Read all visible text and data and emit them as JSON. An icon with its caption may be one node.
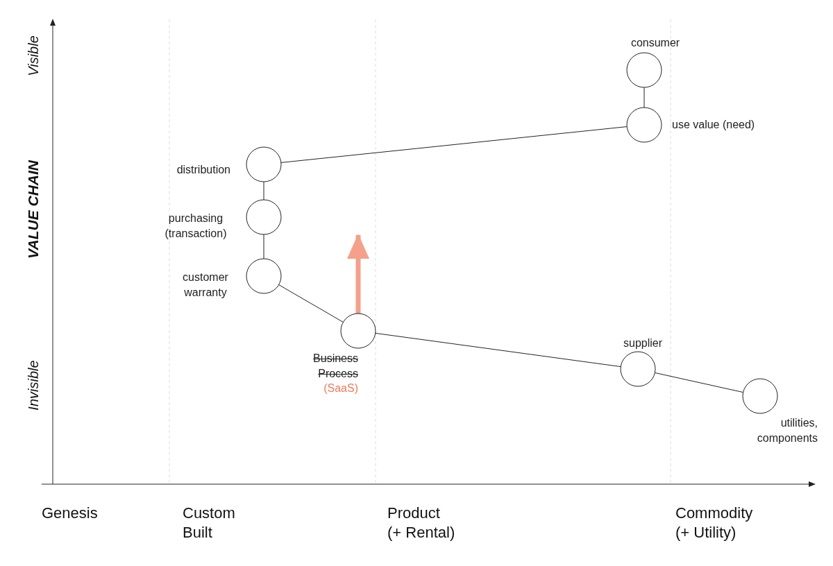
{
  "diagram": {
    "nodes": [
      {
        "text": [
          "consumer"
        ]
      },
      {
        "text": [
          "use value (need)"
        ]
      },
      {
        "text": [
          "distribution"
        ]
      },
      {
        "text": [
          "purchasing (transaction)"
        ]
      },
      {
        "text": [
          "customer warranty"
        ]
      },
      {
        "text": [
          "Business Process",
          "(SaaS)"
        ]
      },
      {
        "text": [
          "supplier"
        ]
      },
      {
        "text": [
          "utilities, components"
        ]
      }
    ],
    "edges": [
      {
        "from": 0,
        "to": 1,
        "arrow": "none"
      },
      {
        "from": 1,
        "to": 2,
        "arrow": "none"
      },
      {
        "from": 2,
        "to": 3,
        "arrow": "none"
      },
      {
        "from": 3,
        "to": 4,
        "arrow": "none"
      },
      {
        "from": 4,
        "to": 5,
        "arrow": "none"
      },
      {
        "from": 5,
        "to": 6,
        "arrow": "none"
      },
      {
        "from": 6,
        "to": 7,
        "arrow": "none"
      },
      {
        "from": 5,
        "to": null,
        "arrow": "to",
        "style": "thick",
        "color": "#f4a08a"
      }
    ],
    "labels": [
      "Visible",
      "VALUE CHAIN",
      "Invisible",
      "Genesis",
      "Custom Built",
      "Product (+ Rental)",
      "Commodity (+ Utility)"
    ]
  }
}
